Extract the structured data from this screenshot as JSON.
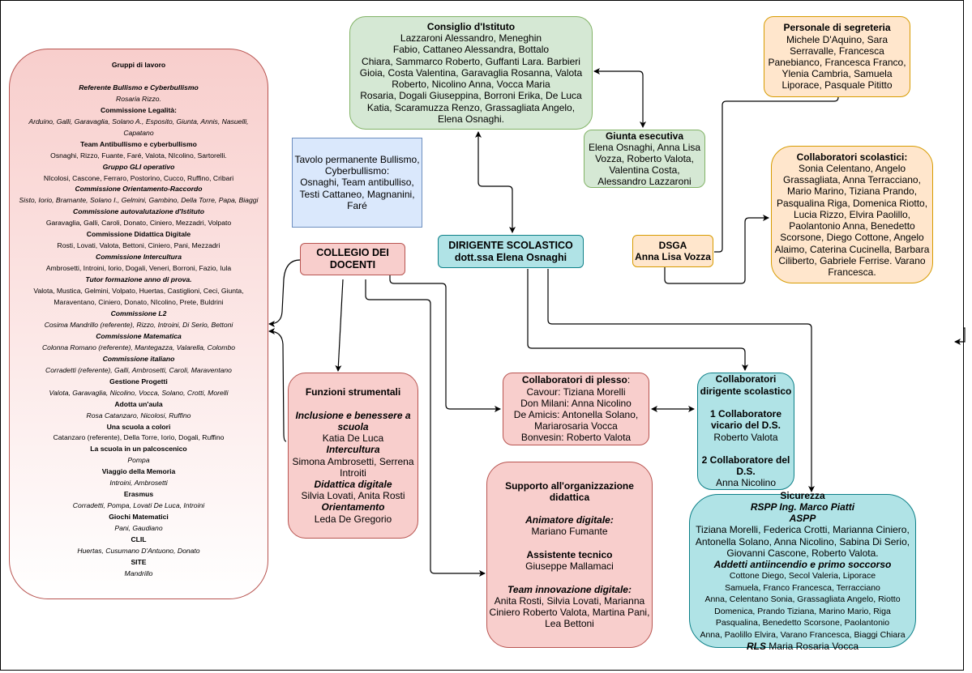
{
  "gruppi_lavoro": {
    "title": "Gruppi di lavoro",
    "lines": [
      {
        "t": "",
        "s": "n"
      },
      {
        "t": "Referente Bullismo e Cyberbullismo",
        "s": "bi"
      },
      {
        "t": "Rosaria Rizzo.",
        "s": "i"
      },
      {
        "t": "Commissione Legalità:",
        "s": "b"
      },
      {
        "t": "Arduino, Galli, Garavaglia, Solano A., Esposito, Giunta, Annis, Nasuelli,",
        "s": "i"
      },
      {
        "t": "Capatano",
        "s": "i"
      },
      {
        "t": "Team Antibullismo e cyberbullismo",
        "s": "b"
      },
      {
        "t": "Osnaghi, Rizzo, Fuante, Faré, Valota, NIcolino, Sartorelli.",
        "s": "n"
      },
      {
        "t": "Gruppo GLI operativo",
        "s": "bi"
      },
      {
        "t": "NIcolosi, Cascone, Ferraro, Postorino, Cucco, Ruffino, Cribari",
        "s": "n"
      },
      {
        "t": "Commissione Orientamento-Raccordo",
        "s": "bi"
      },
      {
        "t": "Sisto, Iorio, Bramante, Solano I., Gelmini, Gambino, Della Torre, Papa, Biaggi",
        "s": "i"
      },
      {
        "t": "Commissione autovalutazione d'Istituto",
        "s": "bi"
      },
      {
        "t": "Garavaglia, Galli, Caroli, Donato, Ciniero, Mezzadri, Volpato",
        "s": "n"
      },
      {
        "t": "Commissione Didattica Digitale",
        "s": "b"
      },
      {
        "t": "Rosti, Lovati, Valota, Bettoni, Ciniero, Pani, Mezzadri",
        "s": "n"
      },
      {
        "t": "Commissione Intercultura",
        "s": "bi"
      },
      {
        "t": "Ambrosetti, Introini, Iorio, Dogali, Veneri, Borroni, Fazio, Iula",
        "s": "n"
      },
      {
        "t": "Tutor formazione anno di prova.",
        "s": "bi"
      },
      {
        "t": "Valota, Mustica, Gelmini, Volpato, Huertas, Castiglioni, Ceci, Giunta,",
        "s": "n"
      },
      {
        "t": "Maraventano, Ciniero, Donato, NIcolino, Prete, Buldrini",
        "s": "n"
      },
      {
        "t": "Commissione L2",
        "s": "bi"
      },
      {
        "t": "Cosima Mandrillo (referente), Rizzo, Introini, Di Serio, Bettoni",
        "s": "i"
      },
      {
        "t": "Commissione Matematica",
        "s": "bi"
      },
      {
        "t": "Colonna Romano (referente), Mantegazza, Valarella, Colombo",
        "s": "i"
      },
      {
        "t": "Commissione italiano",
        "s": "bi"
      },
      {
        "t": "Corradetti (referente), Galli, Ambrosetti, Caroli, Maraventano",
        "s": "i"
      },
      {
        "t": "Gestione Progetti",
        "s": "b"
      },
      {
        "t": "Valota, Garavaglia, Nicolino, Vocca, Solano, Crotti, Morelli",
        "s": "i"
      },
      {
        "t": "Adotta un'aula",
        "s": "b"
      },
      {
        "t": "Rosa Catanzaro, Nicolosi, Ruffino",
        "s": "i"
      },
      {
        "t": "Una scuola a colori",
        "s": "b"
      },
      {
        "t": "Catanzaro (referente), Della Torre, Iorio, Dogali, Ruffino",
        "s": "n"
      },
      {
        "t": "La scuola in un palcoscenico",
        "s": "b"
      },
      {
        "t": "Pompa",
        "s": "i"
      },
      {
        "t": "Viaggio della Memoria",
        "s": "b"
      },
      {
        "t": "Introini, Ambrosetti",
        "s": "i"
      },
      {
        "t": "Erasmus",
        "s": "b"
      },
      {
        "t": "Corradetti, Pompa, Lovati De Luca, Introini",
        "s": "i"
      },
      {
        "t": "Giochi Matematici",
        "s": "b"
      },
      {
        "t": "Pani, Gaudiano",
        "s": "i"
      },
      {
        "t": "CLIL",
        "s": "b"
      },
      {
        "t": "Huertas, Cusumano D'Antuono, Donato",
        "s": "i"
      },
      {
        "t": "SITE",
        "s": "b"
      },
      {
        "t": "Mandrillo",
        "s": "i"
      }
    ]
  },
  "consiglio_istituto": {
    "title": "Consiglio d'Istituto",
    "lines": [
      "Lazzaroni Alessandro, Meneghin",
      "Fabio, Cattaneo Alessandra, Bottalo",
      "Chiara, Sammarco Roberto, Guffanti Lara. Barbieri",
      "Gioia, Costa Valentina, Garavaglia Rosanna, Valota",
      "Roberto, Nicolino Anna, Vocca Maria",
      "Rosaria, Dogali Giuseppina, Borroni Erika, De Luca",
      "Katia, Scaramuzza Renzo, Grassagliata Angelo,",
      "Elena Osnaghi."
    ]
  },
  "giunta_esecutiva": {
    "title": "Giunta esecutiva",
    "lines": [
      "Elena Osnaghi, Anna Lisa",
      "Vozza, Roberto Valota,",
      "Valentina Costa,",
      "Alessandro Lazzaroni"
    ]
  },
  "personale_segreteria": {
    "title": "Personale di segreteria",
    "lines": [
      "Michele D'Aquino, Sara",
      "Serravalle, Francesca",
      "Panebianco, Francesca Franco,",
      "Ylenia Cambria, Samuela",
      "Liporace, Pasquale Pititto"
    ]
  },
  "collaboratori_scolastici": {
    "title": "Collaboratori scolastici:",
    "lines": [
      "Sonia Celentano, Angelo",
      "Grassagliata,  Anna Terracciano,",
      "Mario Marino, Tiziana Prando,",
      "Pasqualina Riga, Domenica Riotto,",
      "Lucia Rizzo, Elvira Paolillo,",
      "Paolantonio Anna, Benedetto",
      "Scorsone, Diego Cottone, Angelo",
      "Alaimo, Caterina Cucinella, Barbara",
      "Ciliberto, Gabriele Ferrise. Varano",
      "Francesca."
    ]
  },
  "tavolo_permanente": {
    "lines": [
      "Tavolo permanente Bullismo,",
      "Cyberbullismo:",
      "Osnaghi, Team antibulliso,",
      "Testi Cattaneo, Magnanini,",
      "Faré"
    ]
  },
  "collegio_docenti": {
    "lines": [
      "COLLEGIO DEI",
      "DOCENTI"
    ]
  },
  "dirigente": {
    "lines": [
      "DIRIGENTE SCOLASTICO",
      "dott.ssa Elena Osnaghi"
    ]
  },
  "dsga": {
    "lines": [
      "DSGA",
      "Anna Lisa Vozza"
    ]
  },
  "funzioni_strumentali": {
    "title": "Funzioni strumentali",
    "lines": [
      {
        "t": "",
        "s": "n"
      },
      {
        "t": "Inclusione e benessere a",
        "s": "bi"
      },
      {
        "t": "scuola",
        "s": "bi"
      },
      {
        "t": "Katia De Luca",
        "s": "n"
      },
      {
        "t": "Intercultura",
        "s": "bi"
      },
      {
        "t": "Simona Ambrosetti, Serrena",
        "s": "n"
      },
      {
        "t": "Introiti",
        "s": "n"
      },
      {
        "t": "Didattica digitale",
        "s": "bi"
      },
      {
        "t": "Silvia Lovati, Anita Rosti",
        "s": "n"
      },
      {
        "t": "Orientamento",
        "s": "bi"
      },
      {
        "t": "Leda De Gregorio",
        "s": "n"
      }
    ]
  },
  "collaboratori_plesso": {
    "title": "Collaboratori di plesso",
    "title_suffix": ":",
    "lines": [
      "Cavour: Tiziana Morelli",
      "Don Milani: Anna Nicolino",
      "De Amicis: Antonella Solano,",
      "Mariarosaria Vocca",
      "Bonvesin:  Roberto Valota"
    ]
  },
  "collaboratori_dirigente": {
    "lines": [
      {
        "t": "Collaboratori",
        "s": "b"
      },
      {
        "t": "dirigente scolastico",
        "s": "b"
      },
      {
        "t": "",
        "s": "n"
      },
      {
        "t": "1 Collaboratore",
        "s": "b"
      },
      {
        "t": "vicario del D.S.",
        "s": "b"
      },
      {
        "t": "Roberto Valota",
        "s": "n"
      },
      {
        "t": "",
        "s": "n"
      },
      {
        "t": "2 Collaboratore del",
        "s": "b"
      },
      {
        "t": "D.S.",
        "s": "b"
      },
      {
        "t": "Anna Nicolino",
        "s": "n"
      }
    ]
  },
  "supporto_organizzazione": {
    "lines": [
      {
        "t": "Supporto all'organizzazione",
        "s": "b"
      },
      {
        "t": "didattica",
        "s": "b"
      },
      {
        "t": "",
        "s": "n"
      },
      {
        "t": "Animatore digitale:",
        "s": "bi"
      },
      {
        "t": "Mariano Fumante",
        "s": "n"
      },
      {
        "t": "",
        "s": "n"
      },
      {
        "t": "Assistente tecnico",
        "s": "b"
      },
      {
        "t": "Giuseppe Mallamaci",
        "s": "n"
      },
      {
        "t": "",
        "s": "n"
      },
      {
        "t": "Team innovazione digitale:",
        "s": "bi"
      },
      {
        "t": "Anita Rosti, Silvia Lovati, Marianna",
        "s": "n"
      },
      {
        "t": "Ciniero Roberto Valota,  Martina Pani,",
        "s": "n"
      },
      {
        "t": "Lea Bettoni",
        "s": "n"
      }
    ]
  },
  "sicurezza": {
    "lines": [
      {
        "t": "Sicurezza",
        "s": "b"
      },
      {
        "t": "RSPP Ing. Marco Piatti",
        "s": "bi"
      },
      {
        "t": "ASPP",
        "s": "bi"
      },
      {
        "t": "Tiziana Morelli, Federica Crotti, Marianna Ciniero,",
        "s": "n"
      },
      {
        "t": "Antonella Solano, Anna Nicolino, Sabina Di Serio,",
        "s": "n"
      },
      {
        "t": "Giovanni Cascone, Roberto Valota.",
        "s": "n"
      },
      {
        "t": "Addetti antiincendio e primo soccorso",
        "s": "bi"
      },
      {
        "t": "Cottone Diego, Secol Valeria, Liporace",
        "s": "sm"
      },
      {
        "t": "Samuela, Franco Francesca, Terracciano",
        "s": "sm"
      },
      {
        "t": "Anna, Celentano Sonia, Grassagliata Angelo, Riotto",
        "s": "sm"
      },
      {
        "t": "Domenica, Prando Tiziana, Marino Mario, Riga",
        "s": "sm"
      },
      {
        "t": "Pasqualina, Benedetto Scorsone, Paolantonio",
        "s": "sm"
      },
      {
        "t": "Anna, Paolillo Elvira, Varano Francesca, Biaggi Chiara",
        "s": "sm"
      }
    ],
    "rls_label": "RLS",
    "rls_name": " Maria Rosaria Vocca"
  },
  "colors": {
    "red_fill": "#f8cecc",
    "red_stroke": "#b85450",
    "green_fill": "#d5e8d4",
    "green_stroke": "#82b366",
    "blue_fill": "#dae8fc",
    "blue_stroke": "#6c8ebf",
    "orange_fill": "#ffe6cc",
    "orange_stroke": "#d79b00",
    "teal_fill": "#b0e3e6",
    "teal_stroke": "#0e8088"
  }
}
